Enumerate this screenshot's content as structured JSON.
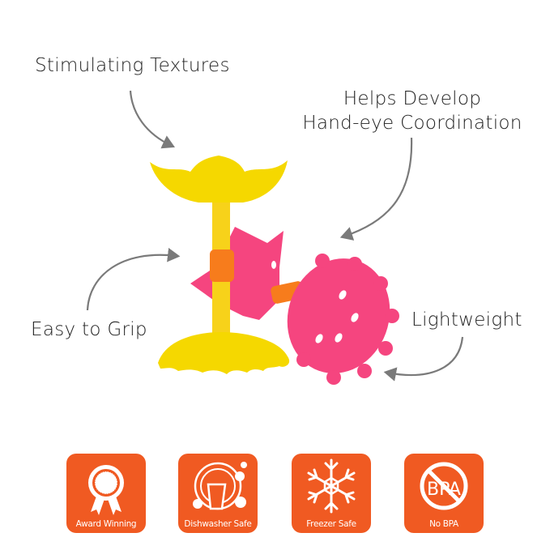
{
  "features": {
    "stimulating_textures": "Stimulating Textures",
    "hand_eye_line1": "Helps Develop",
    "hand_eye_line2": "Hand-eye Coordination",
    "easy_to_grip": "Easy to Grip",
    "lightweight": "Lightweight"
  },
  "badges": [
    {
      "label": "Award Winning",
      "icon": "ribbon-medal-icon"
    },
    {
      "label": "Dishwasher Safe",
      "icon": "dishwasher-icon"
    },
    {
      "label": "Freezer Safe",
      "icon": "snowflake-icon"
    },
    {
      "label": "No BPA",
      "icon": "no-bpa-icon"
    }
  ],
  "colors": {
    "badge_bg": "#f05a22",
    "toy_yellow": "#f5d800",
    "toy_pink": "#f5457f",
    "toy_orange": "#f77c1c",
    "arrow": "#7a7a7a"
  }
}
